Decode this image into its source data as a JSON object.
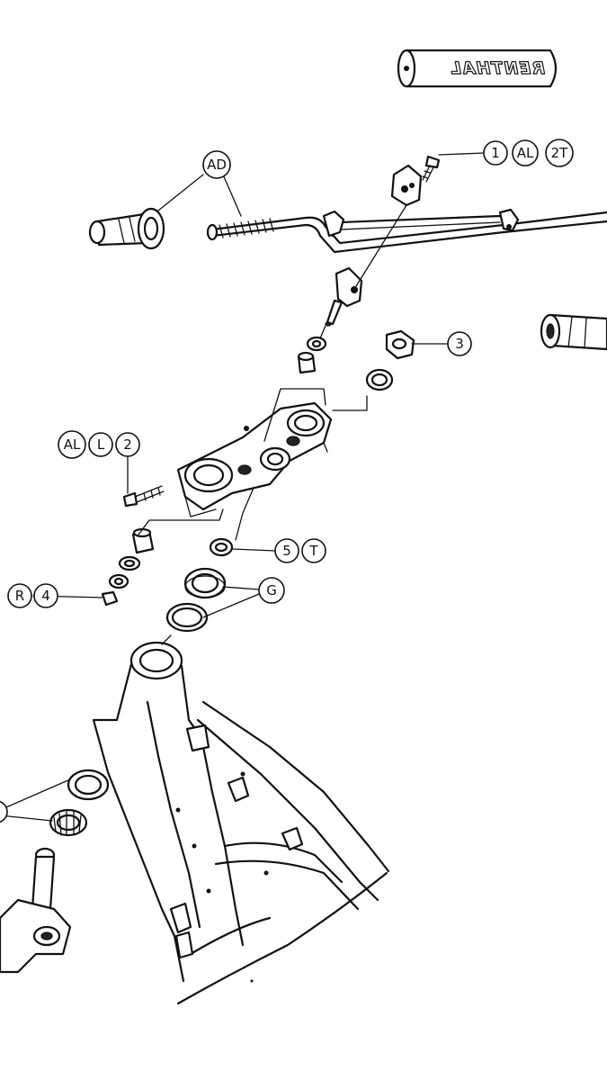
{
  "diagram": {
    "logo": {
      "text": "RENTHAL"
    },
    "callouts": {
      "ad": [
        "AD"
      ],
      "one_al_2t": [
        "1",
        "AL",
        "2T"
      ],
      "three": [
        "3"
      ],
      "al_l_2": [
        "AL",
        "L",
        "2"
      ],
      "five_t": [
        "5",
        "T"
      ],
      "r_4": [
        "R",
        "4"
      ],
      "g": [
        "G"
      ]
    }
  }
}
